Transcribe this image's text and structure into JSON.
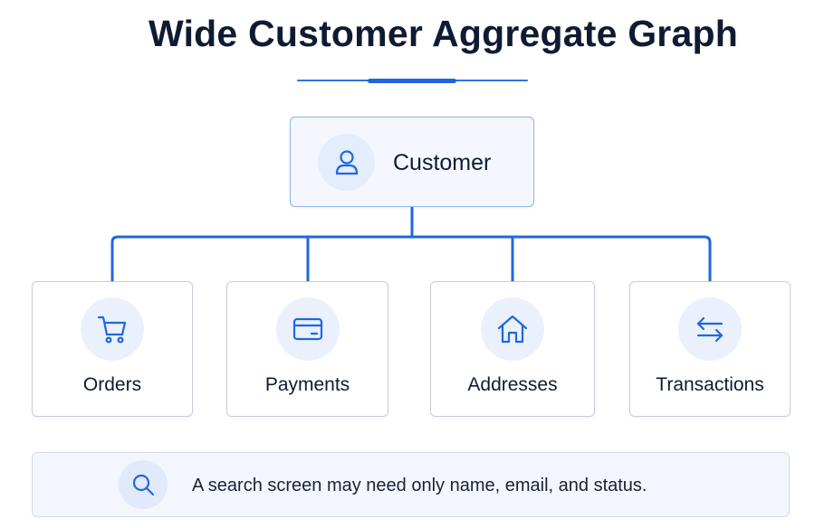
{
  "title": "Wide Customer Aggregate Graph",
  "root": {
    "label": "Customer",
    "icon": "user-icon"
  },
  "children": [
    {
      "label": "Orders",
      "icon": "shopping-cart-icon"
    },
    {
      "label": "Payments",
      "icon": "credit-card-icon"
    },
    {
      "label": "Addresses",
      "icon": "home-icon"
    },
    {
      "label": "Transactions",
      "icon": "swap-arrows-icon"
    }
  ],
  "note": {
    "text": "A search screen may need only name, email, and status.",
    "icon": "search-icon"
  },
  "colors": {
    "accent": "#1f67e0",
    "title": "#0f1b33",
    "root_background": "#f4f8fe",
    "root_border": "#8fb4ea",
    "note_background": "#f3f7fd"
  }
}
